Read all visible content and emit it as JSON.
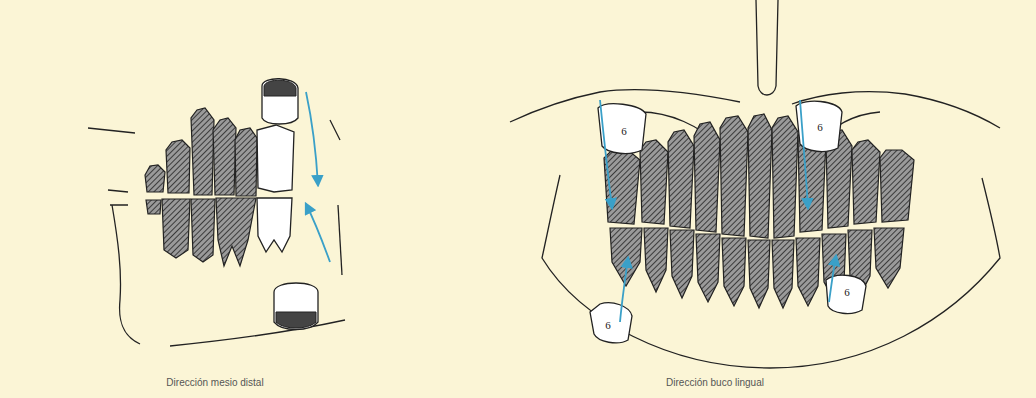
{
  "diagram": {
    "labels": [
      "Dirección mesio distal",
      "6",
      "6",
      "6",
      "6",
      "Dirección buco lingual"
    ]
  }
}
